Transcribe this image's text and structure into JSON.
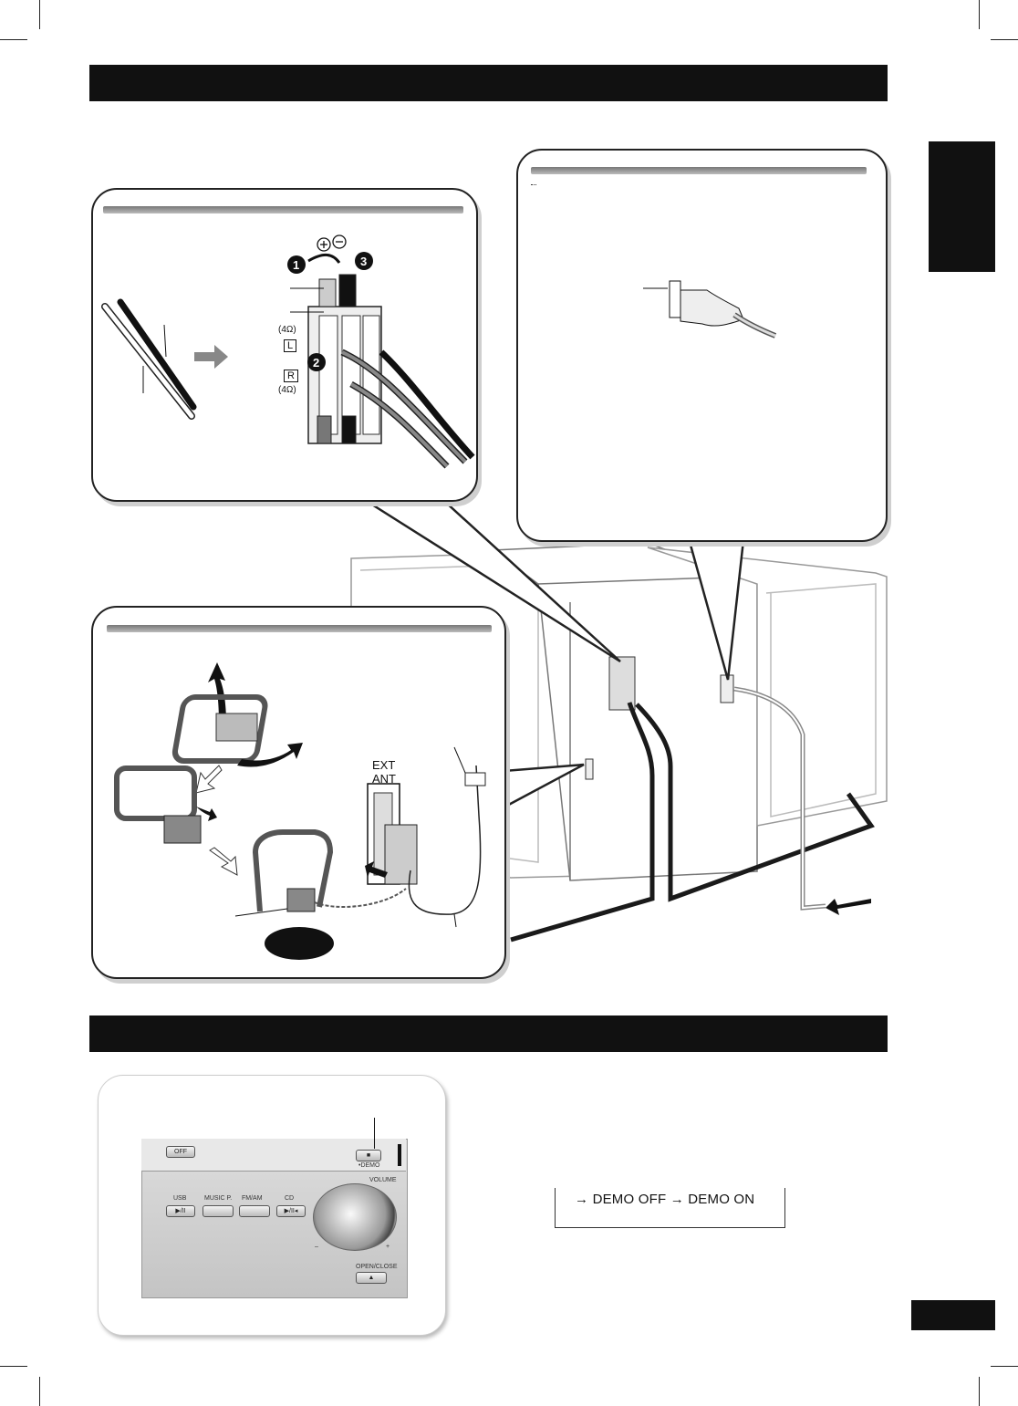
{
  "speaker_terminals": {
    "l_label": "L",
    "r_label": "R",
    "ohm_top": "(4Ω)",
    "ohm_bottom": "(4Ω)",
    "step1": "1",
    "step2": "2",
    "step3": "3"
  },
  "antenna": {
    "ext_ant_line1": "EXT",
    "ext_ant_line2": "ANT"
  },
  "front_panel": {
    "off_label": "OFF",
    "stop_demo_label": "■",
    "demo_label": "•DEMO",
    "volume_label": "VOLUME",
    "usb_label": "USB",
    "music_p_label": "MUSIC P.",
    "fm_am_label": "FM/AM",
    "cd_label": "CD",
    "usb_btn": "▶/II",
    "cd_btn": "▶/II◂",
    "open_close_label": "OPEN/CLOSE",
    "eject_btn": "▲",
    "minus": "–",
    "plus": "+"
  },
  "demo_cycle": {
    "text": "→ DEMO OFF → DEMO ON"
  },
  "colors": {
    "bar": "#111111",
    "panel_border": "#222222",
    "cable": "#1a1a1a"
  }
}
